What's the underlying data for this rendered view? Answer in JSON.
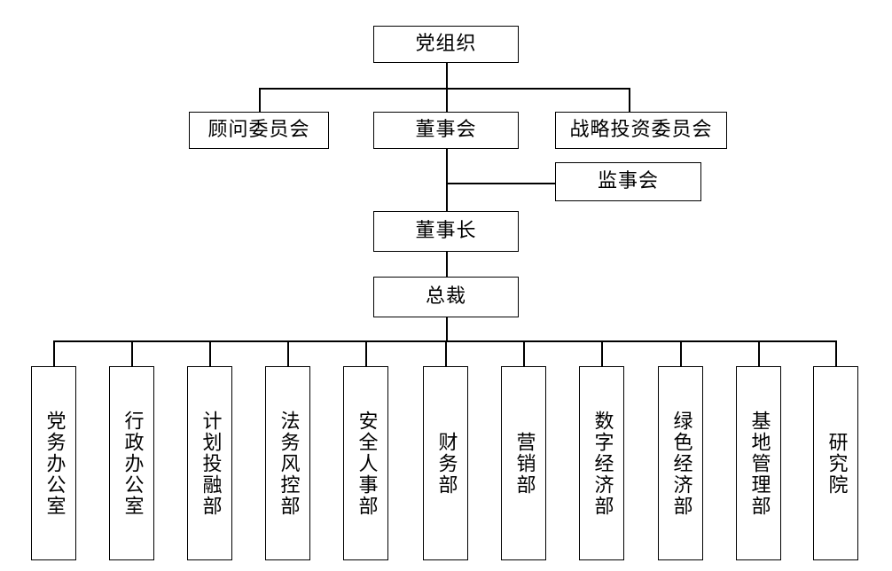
{
  "top": {
    "party_org": "党组织"
  },
  "level2": {
    "advisory_committee": "顾问委员会",
    "board_of_directors": "董事会",
    "strategy_investment_committee": "战略投资委员会"
  },
  "supervisory_board": "监事会",
  "chairman": "董事长",
  "president": "总裁",
  "departments": [
    "党务办公室",
    "行政办公室",
    "计划投融部",
    "法务风控部",
    "安全人事部",
    "财务部",
    "营销部",
    "数字经济部",
    "绿色经济部",
    "基地管理部",
    "研究院"
  ]
}
